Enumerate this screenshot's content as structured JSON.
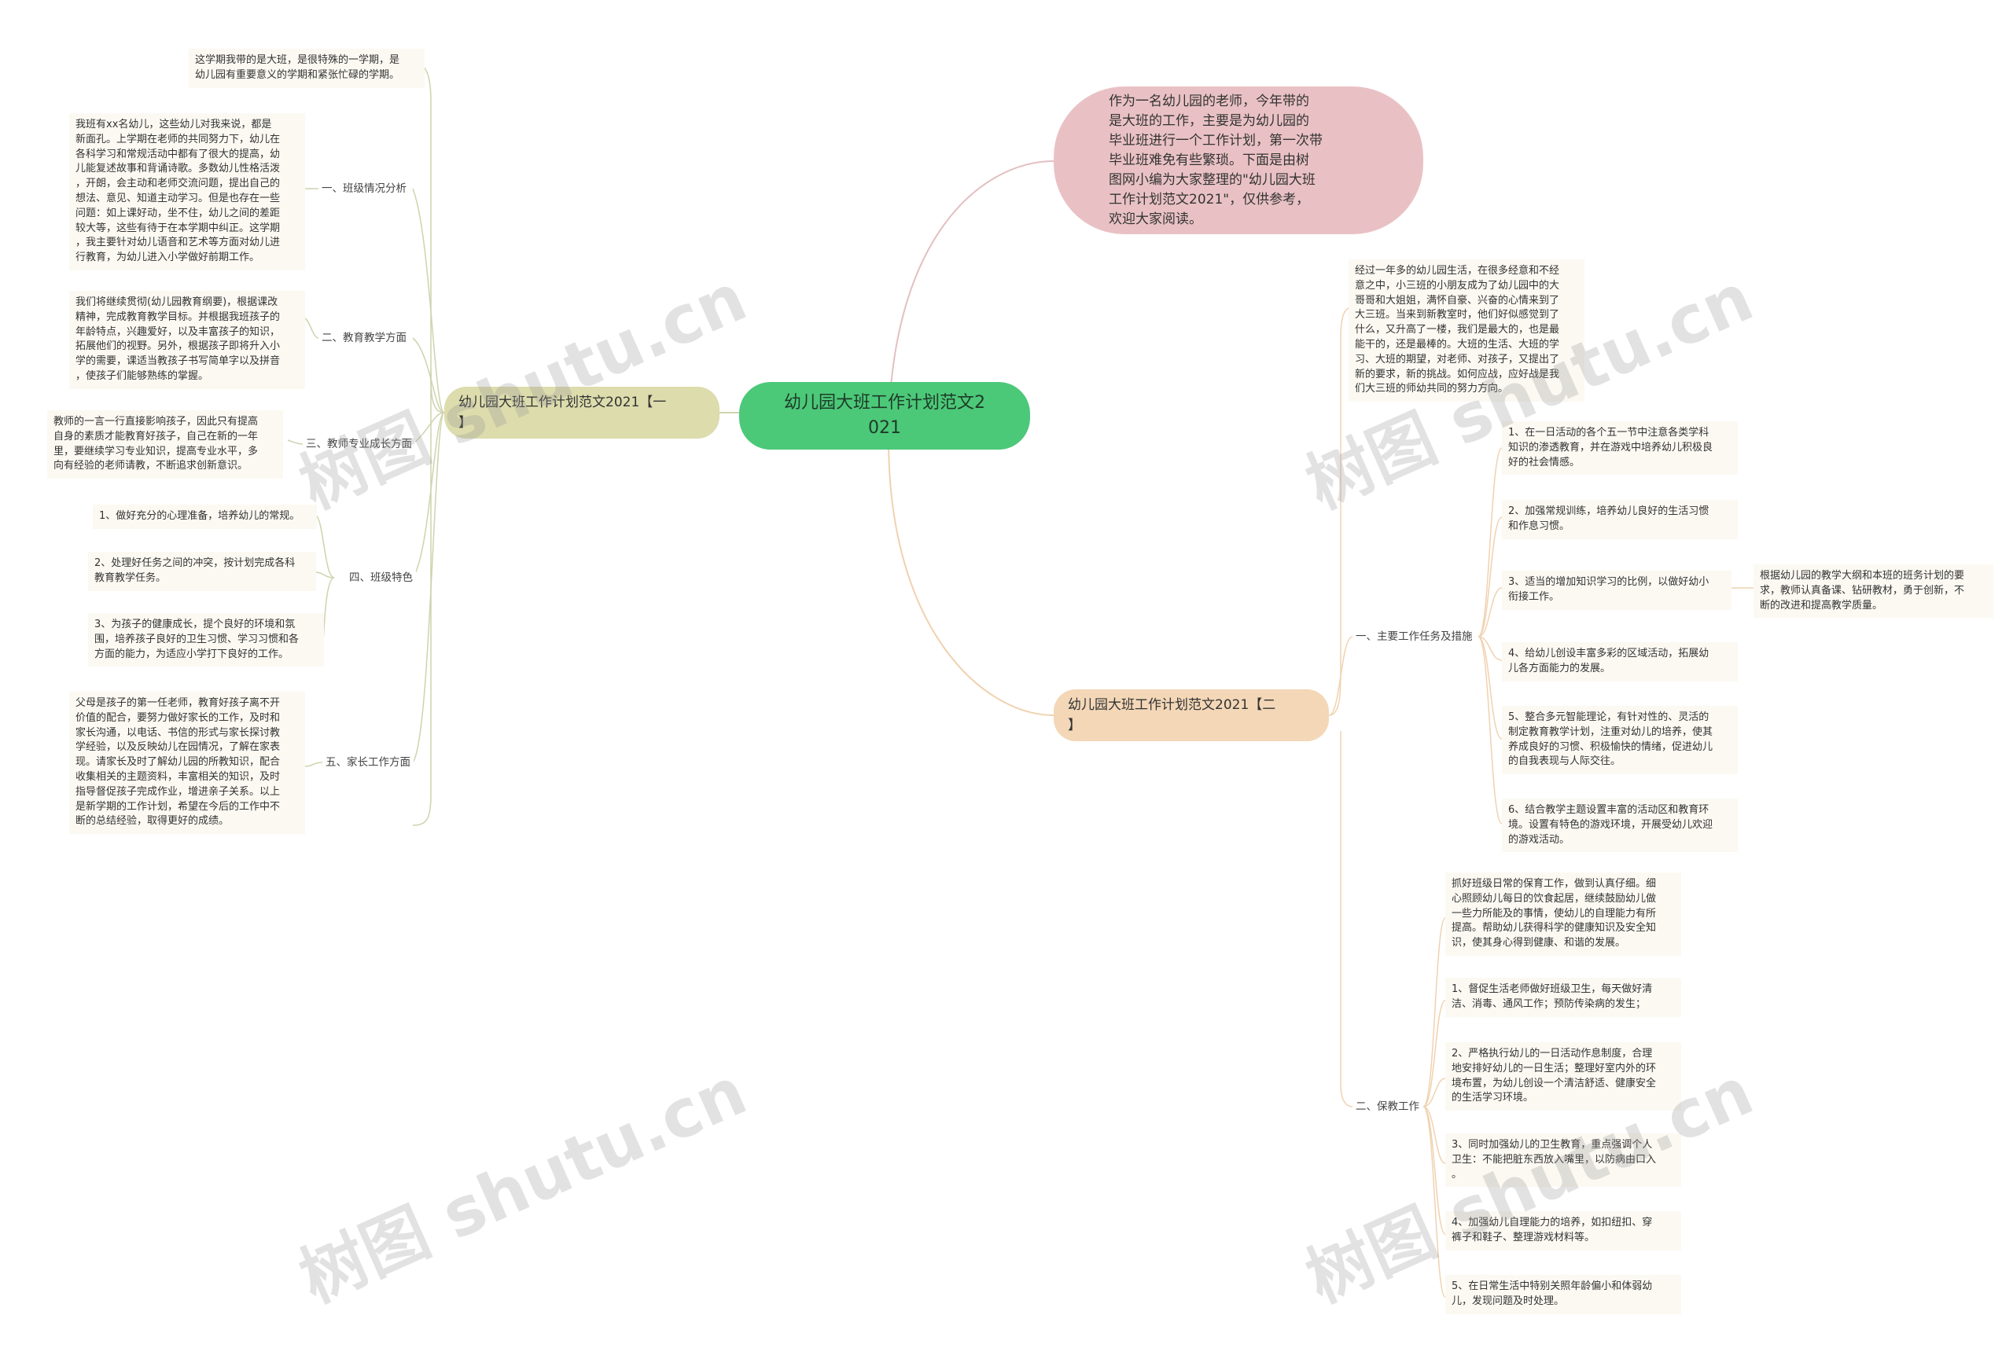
{
  "root": "幼儿园大班工作计划范文2\n021",
  "intro": "作为一名幼儿园的老师，今年带的\n是大班的工作，主要是为幼儿园的\n毕业班进行一个工作计划，第一次带\n毕业班难免有些繁琐。下面是由树\n图网小编为大家整理的\"幼儿园大班\n工作计划范文2021\"，仅供参考，\n欢迎大家阅读。",
  "branch1": {
    "label": "幼儿园大班工作计划范文2021【一\n】",
    "opening": "这学期我带的是大班，是很特殊的一学期，是\n幼儿园有重要意义的学期和紧张忙碌的学期。",
    "sections": [
      {
        "label": "一、班级情况分析",
        "leaves": [
          "我班有xx名幼儿，这些幼儿对我来说，都是\n新面孔。上学期在老师的共同努力下，幼儿在\n各科学习和常规活动中都有了很大的提高，幼\n儿能复述故事和背诵诗歌。多数幼儿性格活泼\n，开朗，会主动和老师交流问题，提出自己的\n想法、意见、知道主动学习。但是也存在一些\n问题：如上课好动，坐不住，幼儿之间的差距\n较大等，这些有待于在本学期中纠正。这学期\n，我主要针对幼儿语音和艺术等方面对幼儿进\n行教育，为幼儿进入小学做好前期工作。"
        ]
      },
      {
        "label": "二、教育教学方面",
        "leaves": [
          "我们将继续贯彻(幼儿园教育纲要)，根据课改\n精神，完成教育教学目标。并根据我班孩子的\n年龄特点，兴趣爱好，以及丰富孩子的知识，\n拓展他们的视野。另外，根据孩子即将升入小\n学的需要，课适当教孩子书写简单字以及拼音\n，使孩子们能够熟练的掌握。"
        ]
      },
      {
        "label": "三、教师专业成长方面",
        "leaves": [
          "教师的一言一行直接影响孩子，因此只有提高\n自身的素质才能教育好孩子，自己在新的一年\n里，要继续学习专业知识，提高专业水平，多\n向有经验的老师请教，不断追求创新意识。"
        ]
      },
      {
        "label": "四、班级特色",
        "leaves": [
          "1、做好充分的心理准备，培养幼儿的常规。",
          "2、处理好任务之间的冲突，按计划完成各科\n教育教学任务。",
          "3、为孩子的健康成长，提个良好的环境和氛\n围，培养孩子良好的卫生习惯、学习习惯和各\n方面的能力，为适应小学打下良好的工作。"
        ]
      },
      {
        "label": "五、家长工作方面",
        "leaves": [
          "父母是孩子的第一任老师，教育好孩子离不开\n价值的配合，要努力做好家长的工作，及时和\n家长沟通，以电话、书信的形式与家长探讨教\n学经验，以及反映幼儿在园情况，了解在家表\n现。请家长及时了解幼儿园的所教知识，配合\n收集相关的主题资料，丰富相关的知识，及时\n指导督促孩子完成作业，增进亲子关系。以上\n是新学期的工作计划，希望在今后的工作中不\n断的总结经验，取得更好的成绩。"
        ]
      }
    ]
  },
  "branch2": {
    "label": "幼儿园大班工作计划范文2021【二\n】",
    "opening": "经过一年多的幼儿园生活，在很多经意和不经\n意之中，小三班的小朋友成为了幼儿园中的大\n哥哥和大姐姐，满怀自豪、兴奋的心情来到了\n大三班。当来到新教室时，他们好似感觉到了\n什么，又升高了一楼，我们是最大的，也是最\n能干的，还是最棒的。大班的生活、大班的学\n习、大班的期望，对老师、对孩子，又提出了\n新的要求，新的挑战。如何应战，应好战是我\n们大三班的师幼共同的努力方向。",
    "sections": [
      {
        "label": "一、主要工作任务及措施",
        "leaves": [
          "1、在一日活动的各个五一节中注意各类学科\n知识的渗透教育，并在游戏中培养幼儿积极良\n好的社会情感。",
          "2、加强常规训练，培养幼儿良好的生活习惯\n和作息习惯。",
          "3、适当的增加知识学习的比例，以做好幼小\n衔接工作。",
          "4、给幼儿创设丰富多彩的区域活动，拓展幼\n儿各方面能力的发展。",
          "5、整合多元智能理论，有针对性的、灵活的\n制定教育教学计划，注重对幼儿的培养，使其\n养成良好的习惯、积极愉快的情绪，促进幼儿\n的自我表现与人际交往。",
          "6、结合教学主题设置丰富的活动区和教育环\n境。设置有特色的游戏环境，开展受幼儿欢迎\n的游戏活动。"
        ],
        "subleaf": "根据幼儿园的教学大纲和本班的班务计划的要\n求，教师认真备课、钻研教材，勇于创新，不\n断的改进和提高教学质量。"
      },
      {
        "label": "二、保教工作",
        "leaves": [
          "抓好班级日常的保育工作，做到认真仔细。细\n心照顾幼儿每日的饮食起居，继续鼓励幼儿做\n一些力所能及的事情，使幼儿的自理能力有所\n提高。帮助幼儿获得科学的健康知识及安全知\n识，使其身心得到健康、和谐的发展。",
          "1、督促生活老师做好班级卫生，每天做好清\n洁、消毒、通风工作；预防传染病的发生；",
          "2、严格执行幼儿的一日活动作息制度，合理\n地安排好幼儿的一日生活；整理好室内外的环\n境布置，为幼儿创设一个清洁舒适、健康安全\n的生活学习环境。",
          "3、同时加强幼儿的卫生教育，重点强调个人\n卫生：不能把脏东西放入嘴里，以防病由口入\n。",
          "4、加强幼儿自理能力的培养，如扣纽扣、穿\n裤子和鞋子、整理游戏材料等。",
          "5、在日常生活中特别关照年龄偏小和体弱幼\n儿，发现问题及时处理。"
        ]
      }
    ]
  },
  "watermark": "树图 shutu.cn",
  "colors": {
    "root": "#4cc879",
    "intro": "#e9c1c4",
    "branch1": "#dcdcad",
    "branch2": "#f3d7b7",
    "leaf_bg": "#fbf9f2",
    "link_intro": "#e3c0c2",
    "link_b1": "#cfd3ad",
    "link_b2": "#f0d2b0"
  }
}
